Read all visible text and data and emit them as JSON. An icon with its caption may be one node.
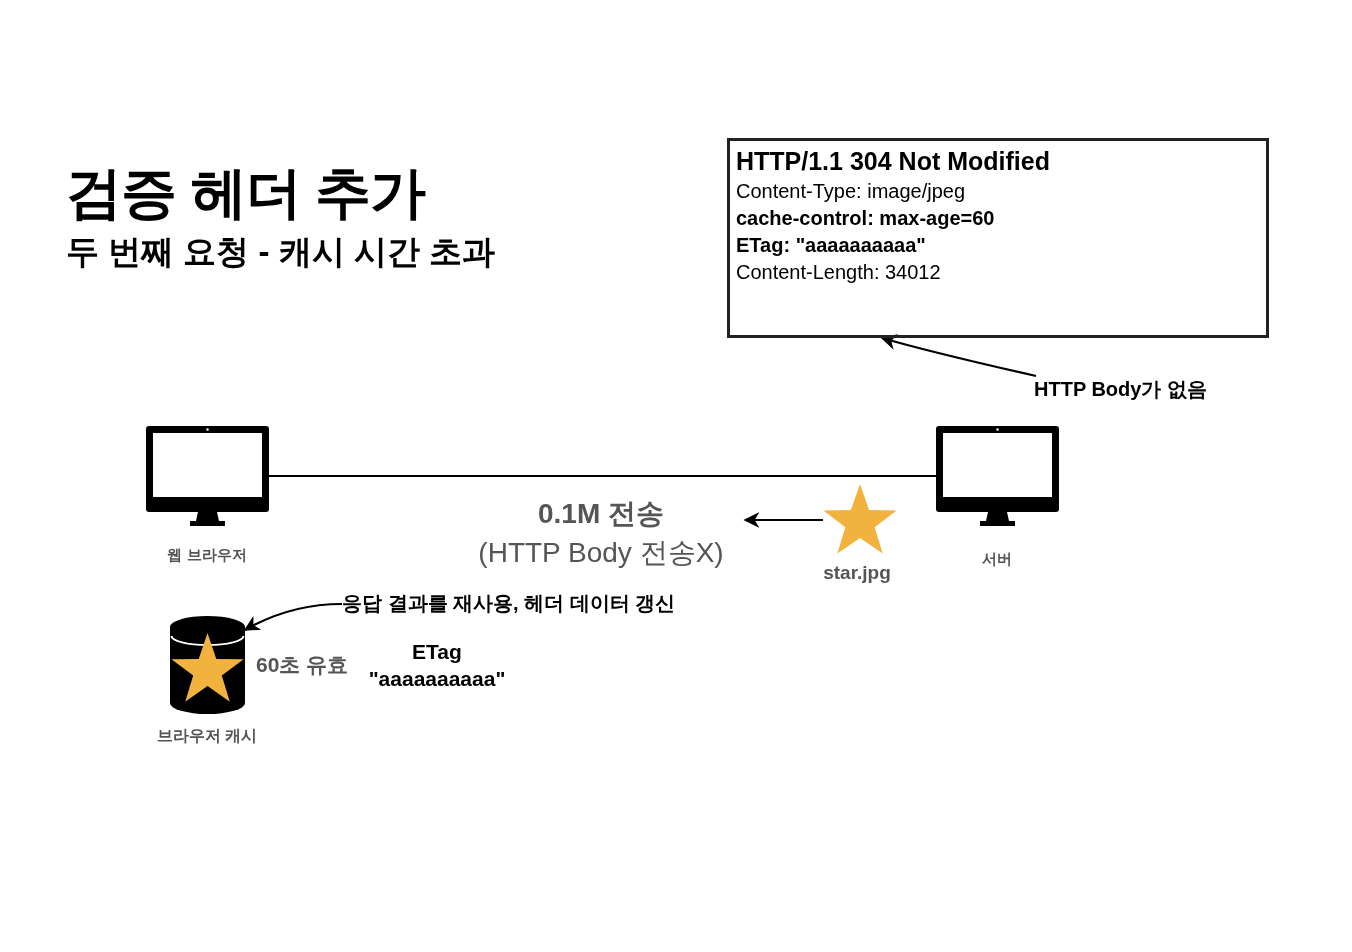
{
  "diagram": {
    "title": "검증 헤더 추가",
    "nodes": [
      {
        "text": [
          "HTTP/1.1 304 Not Modified",
          "Content-Type: image/jpeg",
          "cache-control: max-age=60",
          "ETag: \"aaaaaaaaaa\"",
          "Content-Length: 34012"
        ]
      },
      {
        "text": [
          "HTTP Body가 없음"
        ]
      },
      {
        "text": [],
        "shape": "monitor",
        "beside": [
          "웹 브라우저"
        ]
      },
      {
        "text": [],
        "shape": "monitor",
        "beside": [
          "서버"
        ]
      },
      {
        "text": [],
        "shape": "star",
        "beside": [
          "star.jpg"
        ]
      },
      {
        "text": [
          "응답 결과를 재사용, 헤더 데이터 갱신"
        ]
      },
      {
        "text": [],
        "shape": "cylinder",
        "beside": [
          "브라우저 캐시"
        ]
      }
    ],
    "edges": [
      {
        "from": 1,
        "to": 0,
        "arrow": "to"
      },
      {
        "from": 2,
        "to": 3,
        "arrow": "none"
      },
      {
        "from": 4,
        "to": null,
        "arrow": "to"
      },
      {
        "from": 5,
        "to": 6,
        "arrow": "to"
      }
    ],
    "labels": [
      "두 번째 요청 - 캐시 시간 초과",
      "0.1M 전송",
      "(HTTP Body 전송X)",
      "60초 유효",
      "ETag",
      "\"aaaaaaaaaa\""
    ]
  }
}
